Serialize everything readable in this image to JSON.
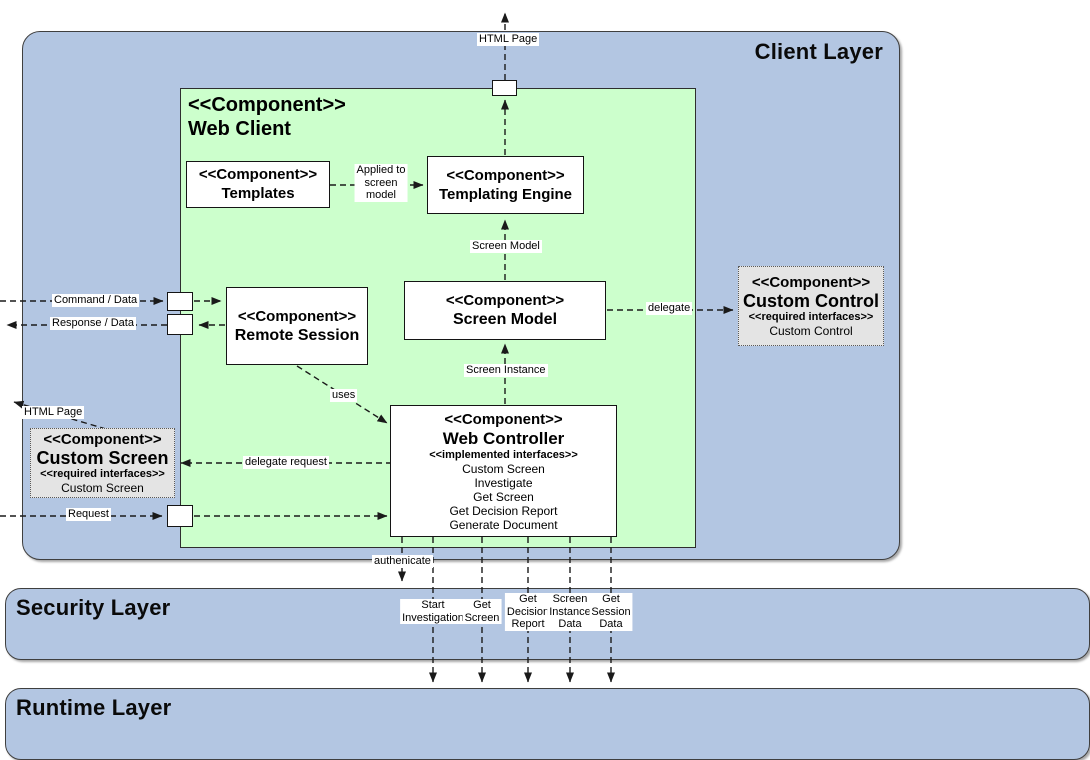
{
  "client_layer": {
    "title": "Client Layer"
  },
  "security_layer": {
    "title": "Security Layer"
  },
  "runtime_layer": {
    "title": "Runtime Layer"
  },
  "web_client": {
    "stereotype": "<<Component>>",
    "name": "Web Client"
  },
  "templates": {
    "stereotype": "<<Component>>",
    "name": "Templates"
  },
  "templating_engine": {
    "stereotype": "<<Component>>",
    "name": "Templating Engine"
  },
  "screen_model": {
    "stereotype": "<<Component>>",
    "name": "Screen Model"
  },
  "remote_session": {
    "stereotype": "<<Component>>",
    "name": "Remote Session"
  },
  "web_controller": {
    "stereotype": "<<Component>>",
    "name": "Web Controller",
    "interfaces_header": "<<implemented interfaces>>",
    "interfaces": [
      "Custom Screen",
      "Investigate",
      "Get Screen",
      "Get Decision Report",
      "Generate Document"
    ]
  },
  "custom_screen": {
    "stereotype": "<<Component>>",
    "name": "Custom Screen",
    "interfaces_header": "<<required interfaces>>",
    "interface_name": "Custom Screen"
  },
  "custom_control": {
    "stereotype": "<<Component>>",
    "name": "Custom Control",
    "interfaces_header": "<<required interfaces>>",
    "interface_name": "Custom Control"
  },
  "connector_labels": {
    "html_page_top": "HTML Page",
    "html_page_left": "HTML Page",
    "command_data": "Command / Data",
    "response_data": "Response / Data",
    "applied_to_screen_model": "Applied to\nscreen\nmodel",
    "screen_model": "Screen Model",
    "screen_instance": "Screen Instance",
    "uses": "uses",
    "delegate": "delegate",
    "delegate_request": "delegate request",
    "request": "Request",
    "authenticate": "authenicate"
  },
  "security_flows": [
    "Start\nInvestigation",
    "Get\nScreen",
    "Get\nDecision\nReport",
    "Screen\nInstance\nData",
    "Get\nSession\nData"
  ],
  "colors": {
    "layer_fill": "#b3c6e2",
    "component_area_fill": "#ccffcc",
    "custom_component_fill": "#e4e4e4",
    "line_color": "#1a1a1a"
  }
}
